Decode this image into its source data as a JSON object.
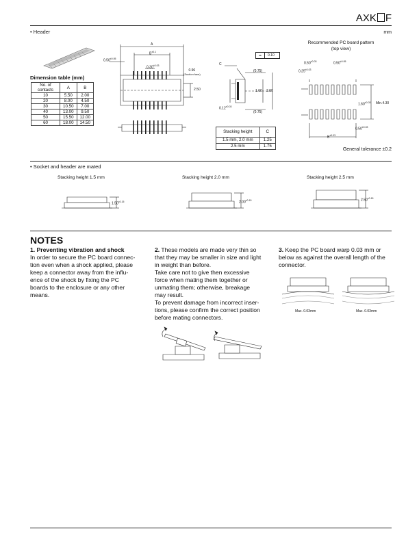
{
  "header": {
    "title_prefix": "AXK",
    "title_suffix": "F",
    "unit": "mm"
  },
  "section_header": {
    "label": "• Header",
    "dim_table_title": "Dimension table (mm)",
    "dim_table": {
      "columns": [
        "No. of contacts",
        "A",
        "B"
      ],
      "rows": [
        [
          "10",
          "5.50",
          "2.00"
        ],
        [
          "20",
          "8.00",
          "4.50"
        ],
        [
          "30",
          "10.50",
          "7.00"
        ],
        [
          "40",
          "13.00",
          "9.50"
        ],
        [
          "50",
          "15.50",
          "12.00"
        ],
        [
          "60",
          "18.00",
          "14.50"
        ]
      ]
    },
    "drawing_labels": {
      "A": "A",
      "B": "B",
      "B_tol": "±0.1",
      "pitch": "0.50",
      "pitch_tol": "±0.05",
      "pin_w": "0.30",
      "pin_w_tol": "±0.03",
      "suction": "0.96",
      "suction_note": "(Suction face)",
      "depth": "2.50"
    },
    "side_labels": {
      "C": "C",
      "upper": "(0.75)",
      "lower": "(0.75)",
      "v160": "1.60",
      "v300": "3.00",
      "t012": "0.12",
      "t012_tol": "±0.03",
      "flat_val": "0.10"
    },
    "stacking_table": {
      "columns": [
        "Stacking height",
        "C"
      ],
      "rows": [
        [
          "1.5 mm, 2.0 mm",
          "1.25"
        ],
        [
          "2.5 mm",
          "1.75"
        ]
      ]
    },
    "pcb_pattern": {
      "title": "Recommended PC board pattern",
      "subtitle": "(top view)",
      "p050a": "0.50",
      "p050a_tol": "±0.03",
      "p050b": "0.50",
      "p050b_tol": "±0.05",
      "p025": "0.25",
      "p025_tol": "±0.03",
      "p160": "1.60",
      "p160_tol": "±0.03",
      "min430": "Min.4.30",
      "p050c": "0.50",
      "p050c_tol": "±0.03",
      "B": "B",
      "B_tol": "±0.03"
    },
    "tolerance": "General tolerance ±0.2"
  },
  "section_mated": {
    "label": "• Socket and header are mated",
    "items": [
      {
        "title": "Stacking height 1.5 mm",
        "dim": "1.50",
        "tol": "±0.15"
      },
      {
        "title": "Stacking height 2.0 mm",
        "dim": "2.00",
        "tol": "±0.15"
      },
      {
        "title": "Stacking height 2.5 mm",
        "dim": "2.50",
        "tol": "±0.15"
      }
    ]
  },
  "notes": {
    "title": "NOTES",
    "n1": {
      "heading": "1. Preventing vibration and shock",
      "lines": [
        "In order to secure the PC board connec-",
        "tion even when a shock applied, please",
        "keep a connector away from the influ-",
        "ence of the shock by fixing the PC",
        "boards to the enclosure or any other",
        "means."
      ]
    },
    "n2": {
      "num": "2.",
      "lines": [
        " These models are made very thin so",
        "that they may be smaller in size and light",
        "in weight than before.",
        "Take care not to give then excessive",
        "force when mating them together or",
        "unmating them; otherwise, breakage",
        "may result.",
        "To prevent damage from incorrect inser-",
        "tions, please confirm the correct position",
        "before mating connectors."
      ]
    },
    "n3": {
      "num": "3.",
      "lines": [
        " Keep the PC board warp 0.03 mm or",
        "below as against the overall length of the",
        "connector."
      ],
      "warp_left": "Max. 0.03mm",
      "warp_right": "Max. 0.03mm"
    }
  }
}
